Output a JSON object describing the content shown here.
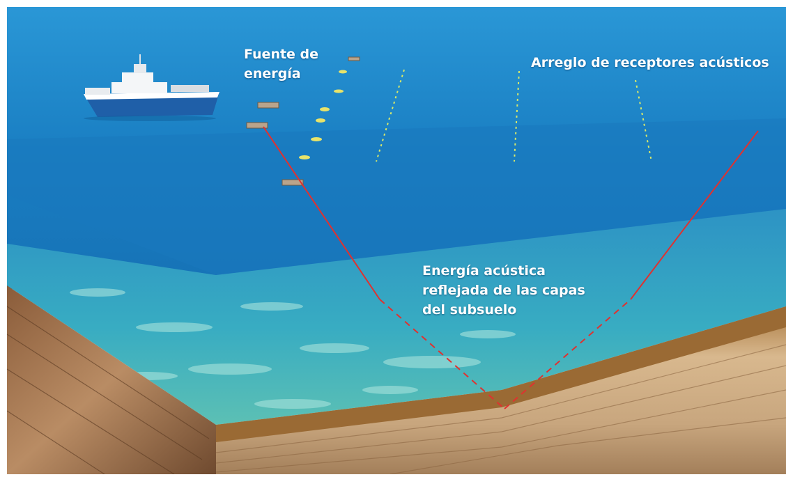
{
  "labels": {
    "source_line1": "Fuente de",
    "source_line2": "energía",
    "array": "Arreglo de receptores acústicos",
    "reflect_line1": "Energía acústica",
    "reflect_line2": "reflejada de las capas",
    "reflect_line3": "del subsuelo"
  },
  "colors": {
    "sea_top": "#1f8fd0",
    "sea_mid": "#1478bd",
    "seabed_water": "#3fb0c8",
    "rock_light": "#c9a27a",
    "rock_dark": "#6e4a30",
    "ray": "#e0312f",
    "ship_hull": "#1f5fa8",
    "ship_body": "#f4f6f8",
    "streamer": "#d8e86a",
    "text": "#ffffff"
  }
}
